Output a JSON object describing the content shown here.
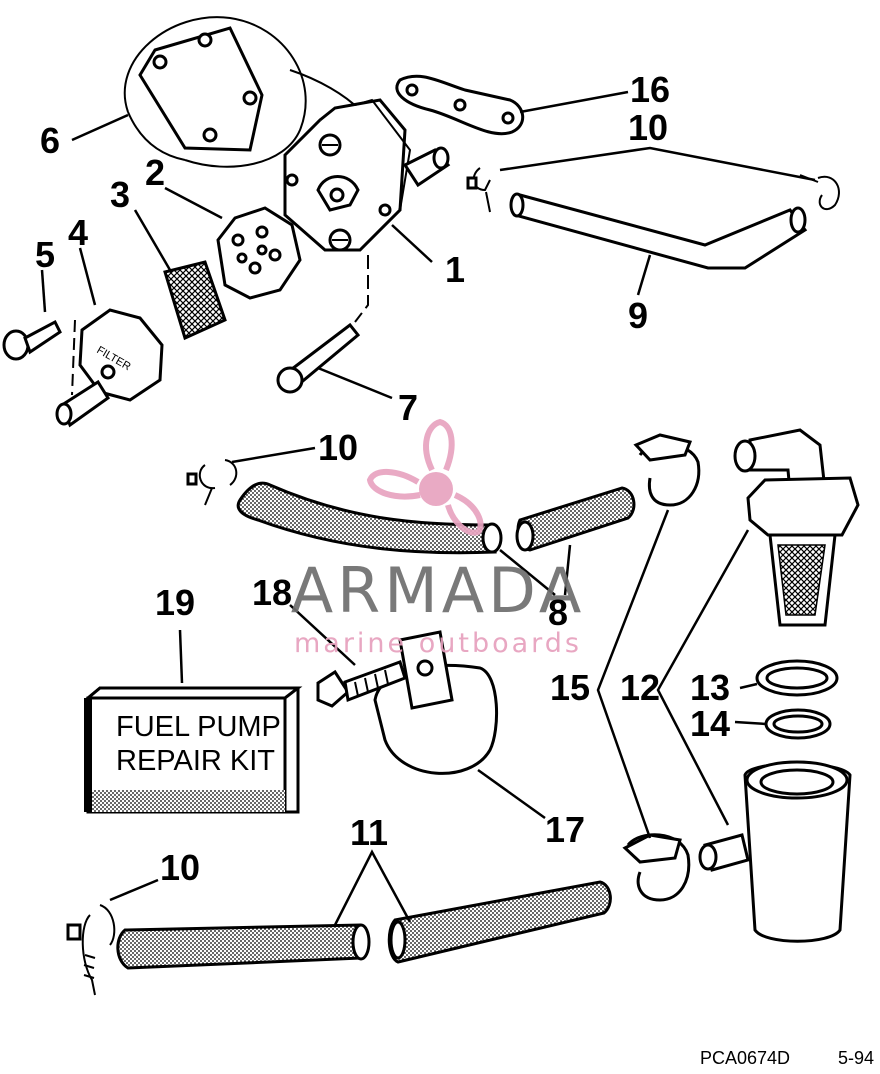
{
  "callouts": {
    "c1": "1",
    "c2": "2",
    "c3": "3",
    "c4": "4",
    "c5": "5",
    "c6": "6",
    "c7": "7",
    "c8": "8",
    "c9": "9",
    "c10a": "10",
    "c10b": "10",
    "c10c": "10",
    "c11": "11",
    "c12": "12",
    "c13": "13",
    "c14": "14",
    "c15": "15",
    "c16": "16",
    "c17": "17",
    "c18": "18",
    "c19": "19"
  },
  "kit_box": {
    "line1": "FUEL PUMP",
    "line2": "REPAIR KIT"
  },
  "filter_cap_text": "FILTER",
  "footer": {
    "drawing_code": "PCA0674D",
    "date_code": "5-94"
  },
  "watermark": {
    "brand": "ARMADA",
    "tagline": "marine outboards",
    "logo_color": "#e8a3c0",
    "text_color": "#6e6e6e"
  }
}
